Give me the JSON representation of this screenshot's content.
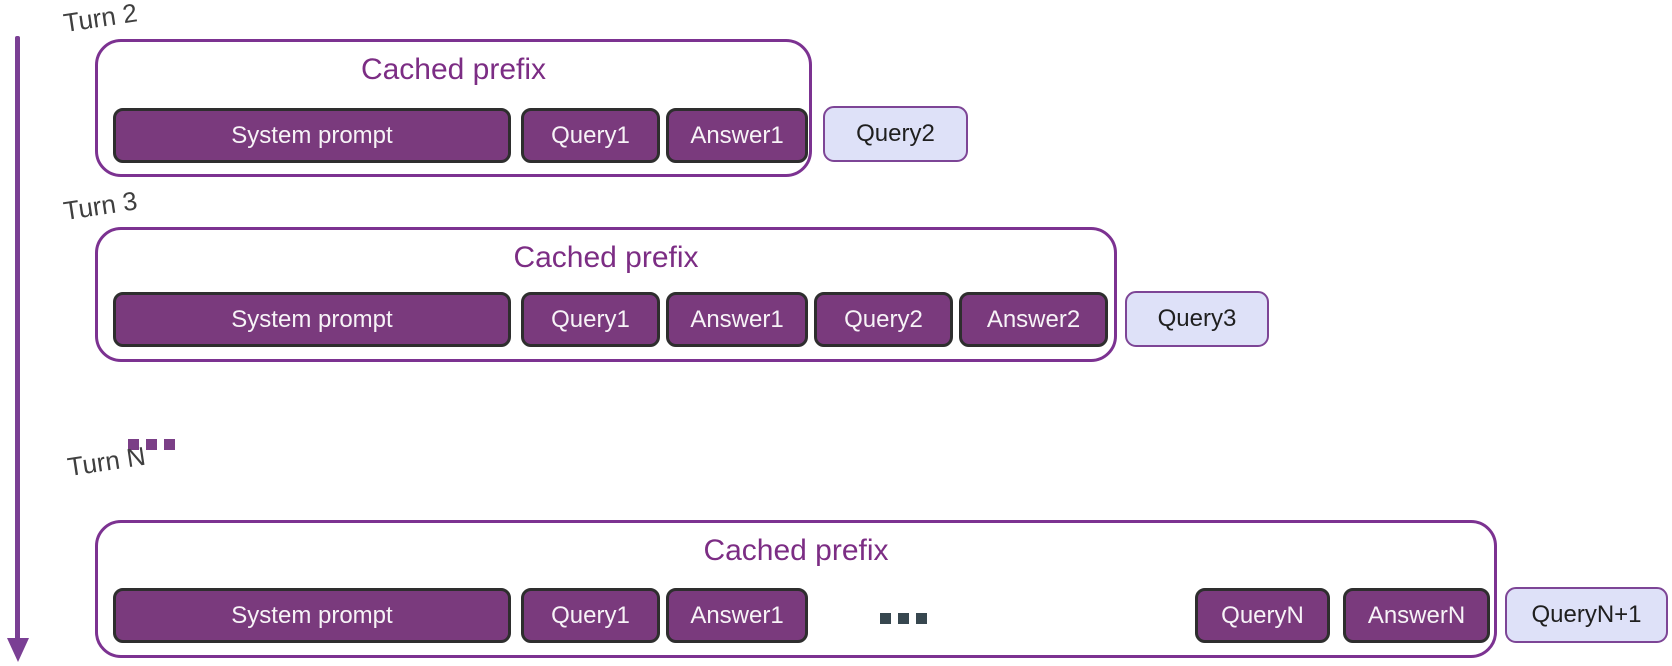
{
  "diagram": {
    "title_note": "multi-turn prefix caching diagram",
    "colors": {
      "container_border": "#7c3291",
      "title_text": "#7c2d84",
      "dark_pill_fill": "#7a3a7d",
      "dark_pill_border": "#2e2e2e",
      "dark_pill_text": "#f7f3f7",
      "light_pill_fill": "#dee1f8",
      "light_pill_border": "#7d4596",
      "arrow": "#7a3f94",
      "turn_label_text": "#3f3f3f",
      "inner_ellipsis": "#37474f",
      "between_ellipsis": "#7b3f87"
    },
    "rows": [
      {
        "turn_label": "Turn 2",
        "cached_prefix_label": "Cached prefix",
        "pills": [
          "System prompt",
          "Query1",
          "Answer1"
        ],
        "new_query": "Query2"
      },
      {
        "turn_label": "Turn 3",
        "cached_prefix_label": "Cached prefix",
        "pills": [
          "System prompt",
          "Query1",
          "Answer1",
          "Query2",
          "Answer2"
        ],
        "new_query": "Query3"
      },
      {
        "turn_label": "Turn N",
        "cached_prefix_label": "Cached prefix",
        "pills": [
          "System prompt",
          "Query1",
          "Answer1",
          "QueryN",
          "AnswerN"
        ],
        "inner_ellipsis": "...",
        "new_query": "QueryN+1"
      }
    ],
    "between_rows_ellipsis": "..."
  }
}
